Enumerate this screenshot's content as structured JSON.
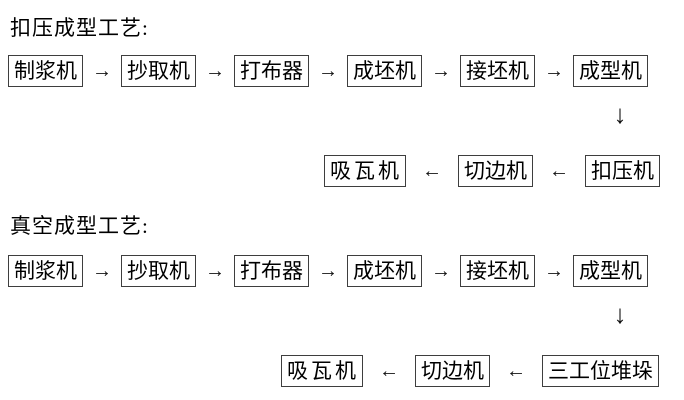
{
  "diagram": {
    "background": "#ffffff",
    "text_color": "#000000",
    "box_border_color": "#3e3e3e"
  },
  "glyphs": {
    "arrow_right": "→",
    "arrow_left": "←",
    "arrow_down": "↓"
  },
  "sections": [
    {
      "title": "扣压成型工艺:",
      "main_flow": [
        "制浆机",
        "抄取机",
        "打布器",
        "成坯机",
        "接坯机",
        "成型机"
      ],
      "return_flow": [
        "吸瓦机",
        "切边机",
        "扣压机"
      ]
    },
    {
      "title": "真空成型工艺:",
      "main_flow": [
        "制浆机",
        "抄取机",
        "打布器",
        "成坯机",
        "接坯机",
        "成型机"
      ],
      "return_flow": [
        "吸瓦机",
        "切边机",
        "三工位堆垛"
      ]
    }
  ]
}
